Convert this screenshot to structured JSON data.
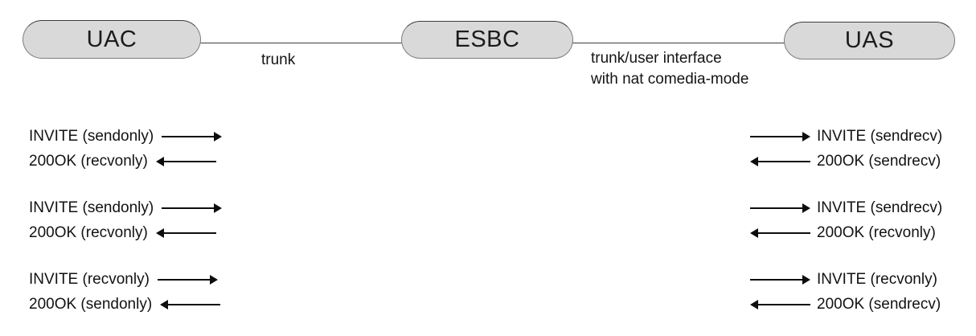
{
  "diagram": {
    "nodes": [
      {
        "id": "uac",
        "label": "UAC"
      },
      {
        "id": "esbc",
        "label": "ESBC"
      },
      {
        "id": "uas",
        "label": "UAS"
      }
    ],
    "links": [
      {
        "id": "uac-esbc",
        "label": "trunk"
      },
      {
        "id": "esbc-uas",
        "label_line1": "trunk/user interface",
        "label_line2": "with nat comedia-mode"
      }
    ],
    "groups": [
      {
        "left": [
          {
            "text": "INVITE (sendonly)",
            "direction": "right"
          },
          {
            "text": "200OK (recvonly)",
            "direction": "left"
          }
        ],
        "right": [
          {
            "text": "INVITE (sendrecv)",
            "direction": "right"
          },
          {
            "text": "200OK (sendrecv)",
            "direction": "left"
          }
        ]
      },
      {
        "left": [
          {
            "text": "INVITE (sendonly)",
            "direction": "right"
          },
          {
            "text": "200OK (recvonly)",
            "direction": "left"
          }
        ],
        "right": [
          {
            "text": "INVITE (sendrecv)",
            "direction": "right"
          },
          {
            "text": "200OK (recvonly)",
            "direction": "left"
          }
        ]
      },
      {
        "left": [
          {
            "text": "INVITE (recvonly)",
            "direction": "right"
          },
          {
            "text": "200OK (sendonly)",
            "direction": "left"
          }
        ],
        "right": [
          {
            "text": "INVITE  (recvonly)",
            "direction": "right"
          },
          {
            "text": "200OK (sendrecv)",
            "direction": "left"
          }
        ]
      }
    ],
    "colors": {
      "node_fill": "#d9d9d9",
      "node_border": "#7d7d7d",
      "line": "#3d3d3d",
      "arrow": "#0d0d0d",
      "text": "#121212",
      "background": "#ffffff"
    }
  }
}
